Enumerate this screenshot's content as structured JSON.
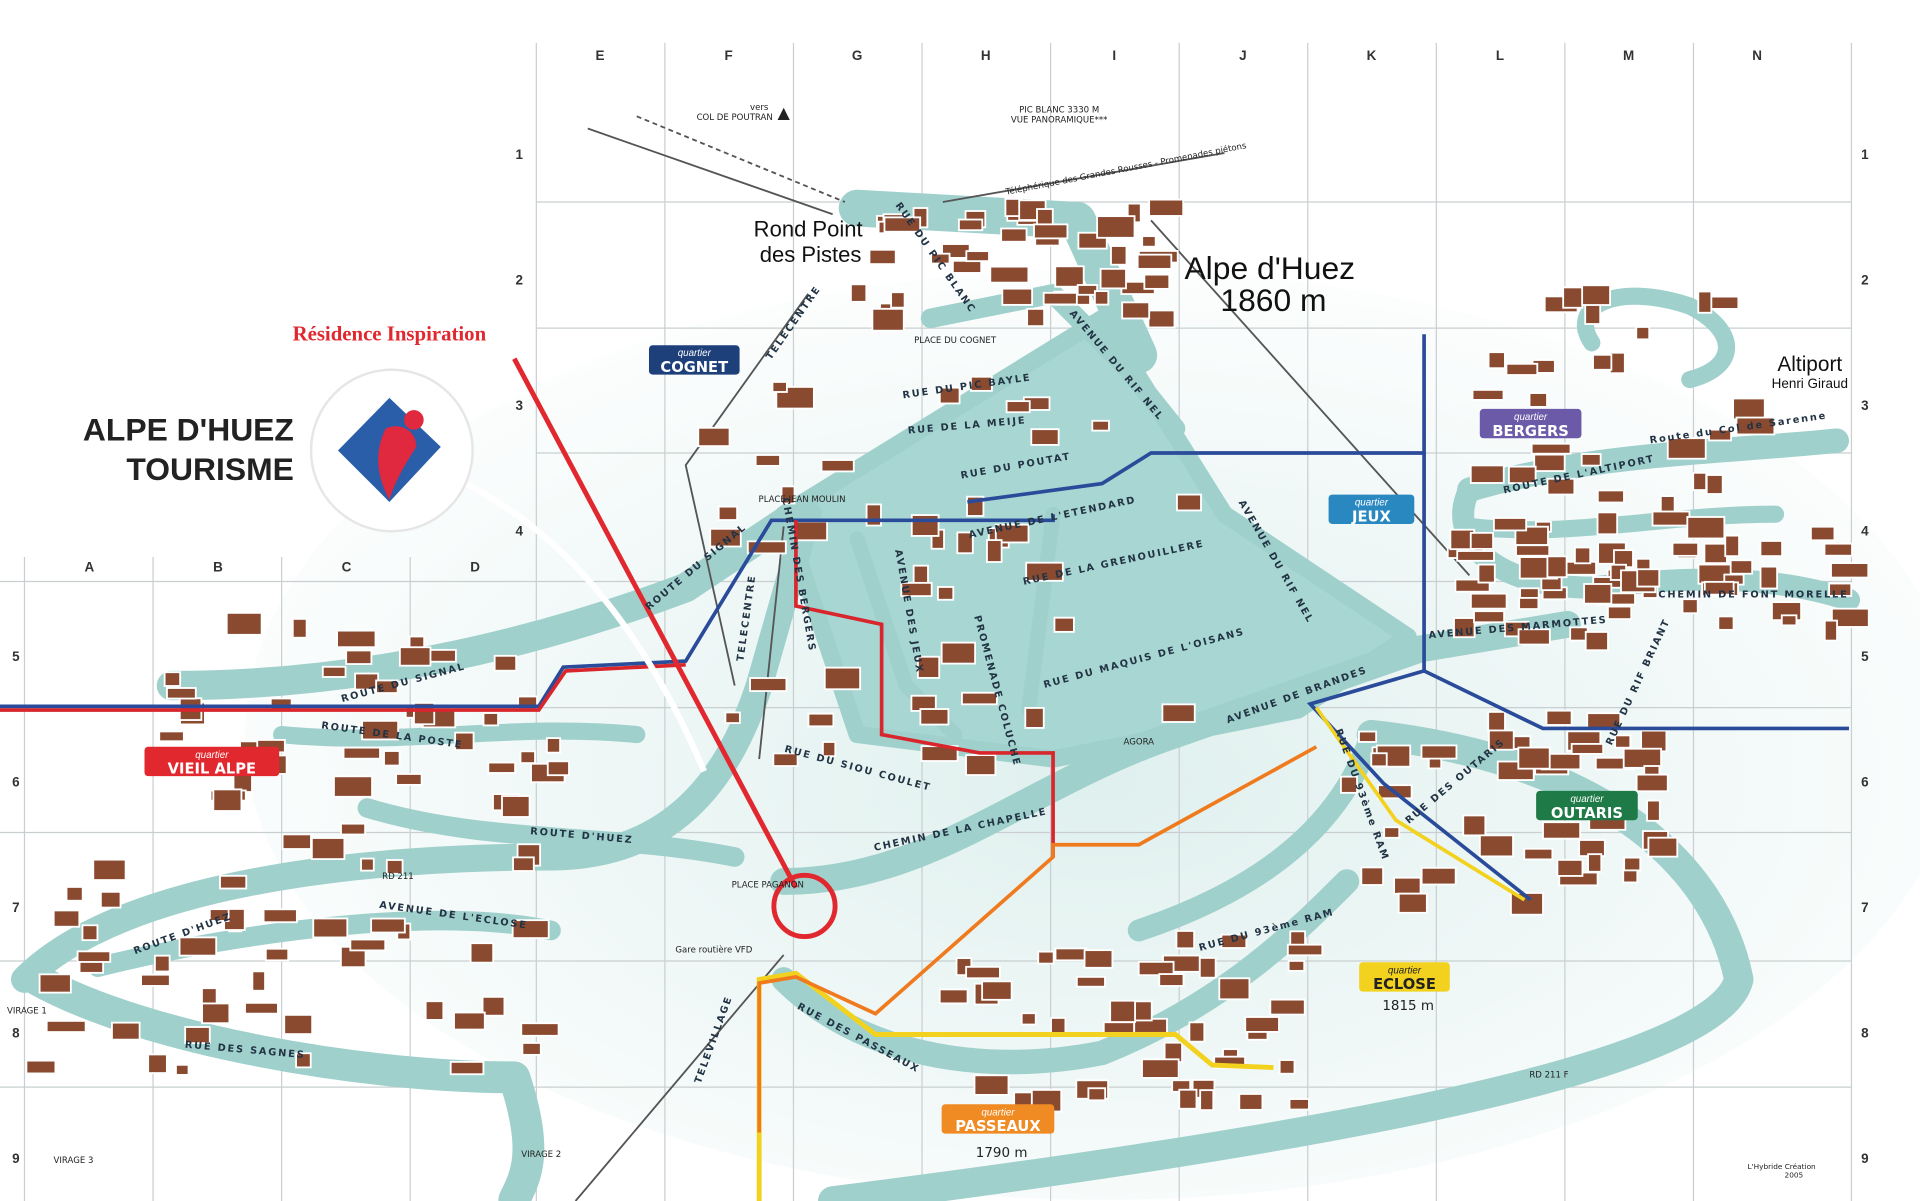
{
  "header": {
    "brand_line1": "ALPE D'HUEZ",
    "brand_line2": "TOURISME",
    "residence_label": "Résidence Inspiration",
    "residence_color": "#e0282e"
  },
  "grid": {
    "columns_top": [
      "E",
      "F",
      "G",
      "H",
      "I",
      "J",
      "K",
      "L",
      "M",
      "N"
    ],
    "columns_left": [
      "A",
      "B",
      "C",
      "D"
    ],
    "rows": [
      "1",
      "2",
      "3",
      "4",
      "5",
      "6",
      "7",
      "8",
      "9"
    ]
  },
  "places": {
    "resort_name": "Alpe d'Huez",
    "resort_altitude": "1860 m",
    "rond_point_line1": "Rond Point",
    "rond_point_line2": "des Pistes",
    "altiport_name": "Altiport",
    "altiport_sub": "Henri Giraud",
    "pic_blanc_line1": "PIC BLANC 3330 M",
    "pic_blanc_line2": "VUE PANORAMIQUE***",
    "col_poutran_line1": "vers",
    "col_poutran_line2": "COL DE POUTRAN",
    "telepherique": "Téléphérique des Grandes Rousses - Promenades piétons",
    "eclose_alt": "1815 m",
    "passeaux_alt": "1790 m",
    "credit_line1": "L'Hybride Création",
    "credit_line2": "2005"
  },
  "quartiers": [
    {
      "prefix": "quartier",
      "name": "COGNET",
      "color": "#1d3f7a"
    },
    {
      "prefix": "quartier",
      "name": "VIEIL ALPE",
      "color": "#e0282e"
    },
    {
      "prefix": "quartier",
      "name": "BERGERS",
      "color": "#6a5aa8"
    },
    {
      "prefix": "quartier",
      "name": "JEUX",
      "color": "#2a88c0"
    },
    {
      "prefix": "quartier",
      "name": "OUTARIS",
      "color": "#1e7a46"
    },
    {
      "prefix": "quartier",
      "name": "ECLOSE",
      "color": "#f2d21e"
    },
    {
      "prefix": "quartier",
      "name": "PASSEAUX",
      "color": "#f08a22"
    }
  ],
  "streets": [
    "ROUTE DU SIGNAL",
    "ROUTE DU SIGNAL",
    "ROUTE DE LA POSTE",
    "ROUTE D'HUEZ",
    "ROUTE D'HUEZ",
    "AVENUE DE L'ECLOSE",
    "RUE DES SAGNES",
    "RUE DU PIC BAYLE",
    "RUE DE LA MEIJE",
    "RUE DU POUTAT",
    "AVENUE DE L'ETENDARD",
    "RUE DE LA GRENOUILLERE",
    "RUE DU MAQUIS DE L'OISANS",
    "AVENUE DE BRANDES",
    "AVENUE DES JEUX",
    "RUE DU SIOU COULET",
    "CHEMIN DE LA CHAPELLE",
    "AVENUE DU RIF NEL",
    "AVENUE DU RIF NEL",
    "ROUTE DE L'ALTIPORT",
    "AVENUE DES MARMOTTES",
    "RUE DU RIF BRIANT",
    "RUE DES OUTARIS",
    "RUE DU 93ème RAM",
    "RUE DU 93ème RAM",
    "RUE DES PASSEAUX",
    "TELEVILLAGE",
    "TELECENTRE",
    "TELECENTRE",
    "RUE DU PIC BLANC",
    "Route du Col de Sarenne",
    "CHEMIN DES BERGERS",
    "PROMENADE COLUCHE",
    "CHEMIN DE FONT MORELLE"
  ],
  "small_labels": [
    "RD 211",
    "RD 211 F",
    "VIRAGE 1",
    "VIRAGE 2",
    "VIRAGE 3",
    "PLACE DU COGNET",
    "Gare routière VFD",
    "AGORA",
    "PLACE PAGANON",
    "PLACE JEAN MOULIN"
  ],
  "route_colors": {
    "red": "#d8262c",
    "blue": "#2a4a9a",
    "orange": "#f07a1e",
    "yellow": "#f2d21e",
    "teal": "#9fd0cc"
  }
}
